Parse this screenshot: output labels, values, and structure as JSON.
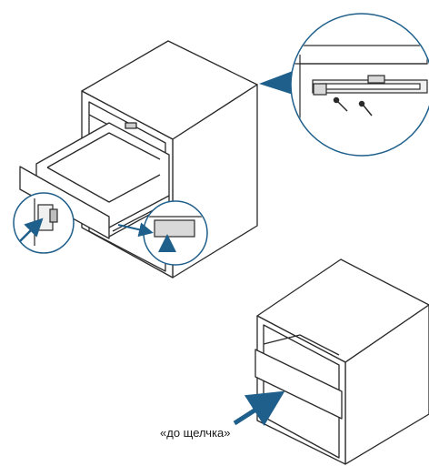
{
  "annotation": {
    "click_label": "«до щелчка»"
  },
  "colors": {
    "line": "#2a2a2a",
    "arrow": "#1f5f8b",
    "callout": "#1f5f8b",
    "panel": "#e9e9e9"
  },
  "icons": [
    "magnifier-callout",
    "arrow-icon",
    "screw-icon",
    "drawer-lock-clip"
  ]
}
